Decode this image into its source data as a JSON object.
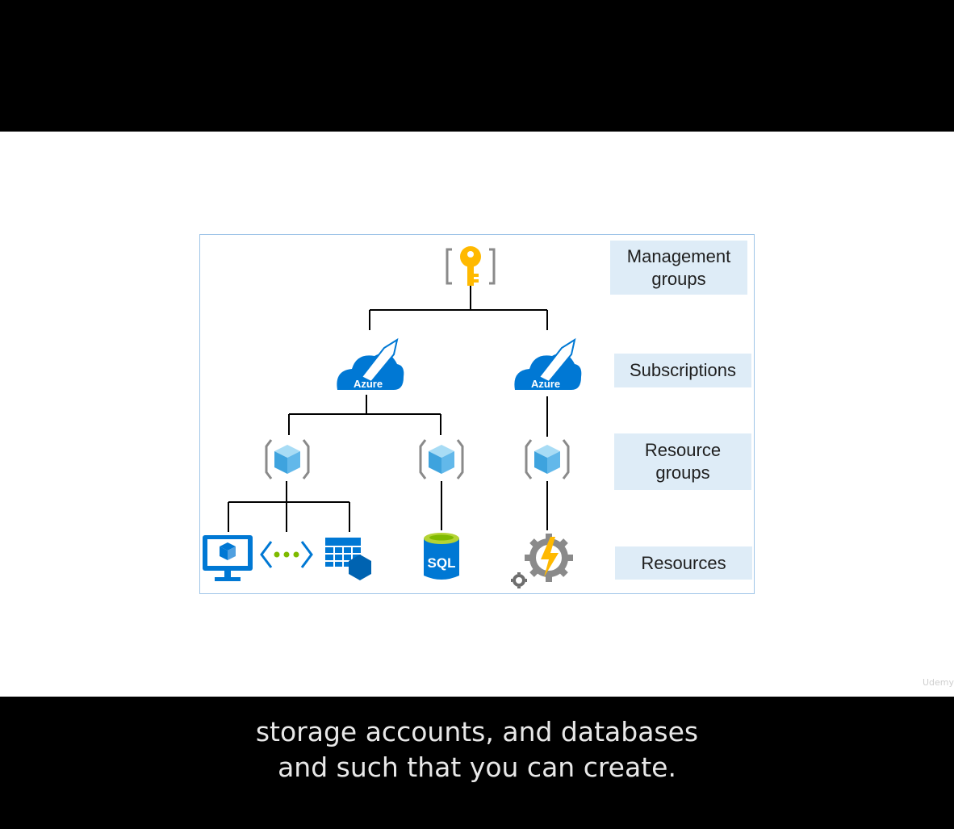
{
  "diagram": {
    "levels": {
      "management_groups": "Management groups",
      "subscriptions": "Subscriptions",
      "resource_groups": "Resource groups",
      "resources": "Resources"
    },
    "cloud_text": "Azure",
    "sql_text": "SQL",
    "icons": [
      "key-icon",
      "azure-subscription-icon",
      "resource-group-icon",
      "virtual-machine-icon",
      "virtual-network-icon",
      "storage-table-icon",
      "sql-database-icon",
      "function-app-icon"
    ],
    "colors": {
      "azure_blue": "#0078d4",
      "key_yellow": "#ffb900",
      "line": "#000000",
      "label_bg": "#deecf7"
    }
  },
  "caption": {
    "line1": "storage accounts, and databases",
    "line2": "and such that you can create."
  },
  "watermark": "Udemy"
}
